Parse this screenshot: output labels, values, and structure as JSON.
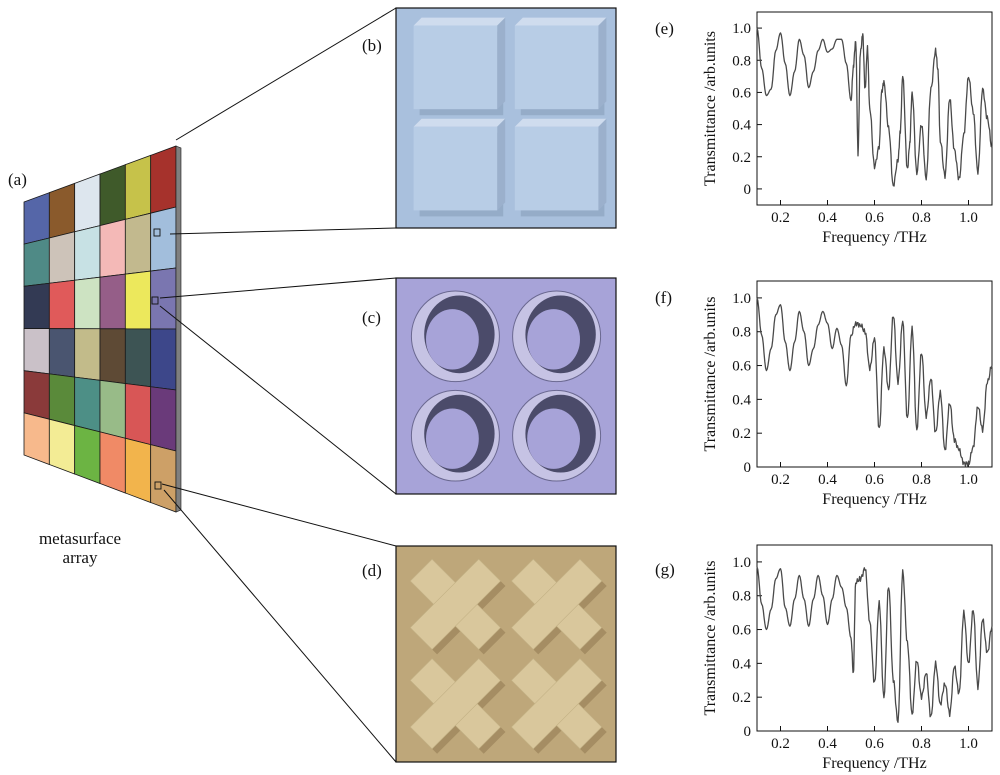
{
  "panel_labels": [
    "(a)",
    "(b)",
    "(c)",
    "(d)",
    "(e)",
    "(f)",
    "(g)"
  ],
  "array_caption": [
    "metasurface",
    "array"
  ],
  "array_colors": [
    [
      "#5566a8",
      "#8a5a2c",
      "#dde6ee",
      "#3f5a2a",
      "#c6c24a",
      "#a6322c"
    ],
    [
      "#4f8a86",
      "#cdc3b9",
      "#c7e1e4",
      "#f4b9b7",
      "#c2b98e",
      "#a2bedc"
    ],
    [
      "#333a54",
      "#e05a5a",
      "#cde3c2",
      "#955e88",
      "#ece85c",
      "#7a76b0"
    ],
    [
      "#cac1c8",
      "#4a5570",
      "#c2bb8a",
      "#5e4a35",
      "#3d5454",
      "#3d478a"
    ],
    [
      "#8a3a3a",
      "#5a8a3a",
      "#4d8f86",
      "#98bb88",
      "#d85656",
      "#6a3a7a"
    ],
    [
      "#f7b98c",
      "#f3ec95",
      "#6cb443",
      "#f08a66",
      "#f2b44c",
      "#cda067"
    ]
  ],
  "unit_cells": {
    "b": {
      "shape": "cube",
      "bg": "#a9c0dd",
      "fill": "#b8cde6",
      "shade": "#7d94b0"
    },
    "c": {
      "shape": "ring",
      "bg": "#a7a3d8",
      "fill": "#c6c3e4",
      "shade": "#4b4b6a"
    },
    "d": {
      "shape": "cross",
      "bg": "#bea77a",
      "fill": "#d9c79c",
      "shade": "#8f7850"
    }
  },
  "chart_data": [
    {
      "panel": "(e)",
      "type": "line",
      "xlabel": "Frequency /THz",
      "ylabel": "Transmittance /arb.units",
      "xlim": [
        0.1,
        1.1
      ],
      "ylim": [
        -0.1,
        1.1
      ],
      "xticks": [
        "0.2",
        "0.4",
        "0.6",
        "0.8",
        "1.0"
      ],
      "xtick_values": [
        0.2,
        0.4,
        0.6,
        0.8,
        1.0
      ],
      "yticks": [
        "0",
        "0.2",
        "0.4",
        "0.6",
        "0.8",
        "1.0"
      ],
      "ytick_values": [
        0,
        0.2,
        0.4,
        0.6,
        0.8,
        1.0
      ],
      "x": [
        0.1,
        0.12,
        0.14,
        0.16,
        0.18,
        0.2,
        0.22,
        0.24,
        0.26,
        0.28,
        0.3,
        0.32,
        0.34,
        0.36,
        0.38,
        0.4,
        0.42,
        0.44,
        0.46,
        0.48,
        0.5,
        0.51,
        0.52,
        0.53,
        0.54,
        0.55,
        0.56,
        0.57,
        0.58,
        0.6,
        0.62,
        0.63,
        0.64,
        0.66,
        0.68,
        0.7,
        0.71,
        0.72,
        0.74,
        0.75,
        0.76,
        0.78,
        0.8,
        0.82,
        0.84,
        0.86,
        0.87,
        0.88,
        0.9,
        0.92,
        0.94,
        0.96,
        0.98,
        1.0,
        1.02,
        1.04,
        1.06,
        1.08,
        1.1
      ],
      "y": [
        1.0,
        0.75,
        0.58,
        0.62,
        0.86,
        0.97,
        0.78,
        0.58,
        0.73,
        0.93,
        0.83,
        0.63,
        0.73,
        0.86,
        0.93,
        0.85,
        0.87,
        0.93,
        0.93,
        0.78,
        0.55,
        0.76,
        0.92,
        0.22,
        0.85,
        0.96,
        0.62,
        0.88,
        0.5,
        0.14,
        0.26,
        0.6,
        0.66,
        0.38,
        0.02,
        0.18,
        0.36,
        0.7,
        0.12,
        0.28,
        0.6,
        0.1,
        0.4,
        0.06,
        0.62,
        0.86,
        0.74,
        0.3,
        0.08,
        0.56,
        0.24,
        0.06,
        0.34,
        0.7,
        0.48,
        0.1,
        0.62,
        0.44,
        0.26
      ]
    },
    {
      "panel": "(f)",
      "type": "line",
      "xlabel": "Frequency /THz",
      "ylabel": "Transmittance /arb.units",
      "xlim": [
        0.1,
        1.1
      ],
      "ylim": [
        0,
        1.1
      ],
      "xticks": [
        "0.2",
        "0.4",
        "0.6",
        "0.8",
        "1.0"
      ],
      "xtick_values": [
        0.2,
        0.4,
        0.6,
        0.8,
        1.0
      ],
      "yticks": [
        "0",
        "0.2",
        "0.4",
        "0.6",
        "0.8",
        "1.0"
      ],
      "ytick_values": [
        0,
        0.2,
        0.4,
        0.6,
        0.8,
        1.0
      ],
      "x": [
        0.1,
        0.12,
        0.14,
        0.16,
        0.18,
        0.2,
        0.22,
        0.24,
        0.26,
        0.28,
        0.3,
        0.32,
        0.34,
        0.36,
        0.38,
        0.4,
        0.42,
        0.44,
        0.46,
        0.48,
        0.5,
        0.52,
        0.54,
        0.56,
        0.58,
        0.6,
        0.62,
        0.64,
        0.66,
        0.68,
        0.7,
        0.72,
        0.74,
        0.76,
        0.78,
        0.8,
        0.82,
        0.84,
        0.86,
        0.88,
        0.9,
        0.92,
        0.94,
        0.96,
        0.98,
        1.0,
        1.02,
        1.04,
        1.06,
        1.08,
        1.1
      ],
      "y": [
        1.0,
        0.78,
        0.57,
        0.7,
        0.9,
        0.96,
        0.74,
        0.57,
        0.74,
        0.92,
        0.8,
        0.6,
        0.7,
        0.84,
        0.92,
        0.85,
        0.7,
        0.82,
        0.72,
        0.48,
        0.78,
        0.85,
        0.84,
        0.8,
        0.58,
        0.76,
        0.22,
        0.7,
        0.46,
        0.9,
        0.5,
        0.86,
        0.28,
        0.82,
        0.22,
        0.68,
        0.3,
        0.52,
        0.2,
        0.44,
        0.1,
        0.38,
        0.16,
        0.1,
        0.02,
        0.02,
        0.12,
        0.36,
        0.22,
        0.5,
        0.6
      ]
    },
    {
      "panel": "(g)",
      "type": "line",
      "xlabel": "Frequency /THz",
      "ylabel": "Transmittance /arb.units",
      "xlim": [
        0.1,
        1.1
      ],
      "ylim": [
        0,
        1.1
      ],
      "xticks": [
        "0.2",
        "0.4",
        "0.6",
        "0.8",
        "1.0"
      ],
      "xtick_values": [
        0.2,
        0.4,
        0.6,
        0.8,
        1.0
      ],
      "yticks": [
        "0",
        "0.2",
        "0.4",
        "0.6",
        "0.8",
        "1.0"
      ],
      "ytick_values": [
        0,
        0.2,
        0.4,
        0.6,
        0.8,
        1.0
      ],
      "x": [
        0.1,
        0.12,
        0.14,
        0.16,
        0.18,
        0.2,
        0.22,
        0.24,
        0.26,
        0.28,
        0.3,
        0.32,
        0.34,
        0.36,
        0.38,
        0.4,
        0.42,
        0.44,
        0.46,
        0.48,
        0.5,
        0.51,
        0.52,
        0.54,
        0.56,
        0.58,
        0.6,
        0.62,
        0.64,
        0.66,
        0.68,
        0.7,
        0.72,
        0.74,
        0.76,
        0.78,
        0.8,
        0.82,
        0.84,
        0.86,
        0.88,
        0.9,
        0.92,
        0.94,
        0.96,
        0.98,
        1.0,
        1.02,
        1.04,
        1.06,
        1.08,
        1.1
      ],
      "y": [
        0.97,
        0.75,
        0.6,
        0.72,
        0.9,
        0.96,
        0.73,
        0.62,
        0.78,
        0.92,
        0.78,
        0.62,
        0.78,
        0.92,
        0.8,
        0.63,
        0.78,
        0.92,
        0.85,
        0.73,
        0.55,
        0.34,
        0.88,
        0.9,
        0.96,
        0.64,
        0.28,
        0.76,
        0.2,
        0.86,
        0.3,
        0.05,
        0.94,
        0.52,
        0.1,
        0.42,
        0.2,
        0.34,
        0.08,
        0.4,
        0.16,
        0.28,
        0.1,
        0.38,
        0.22,
        0.7,
        0.4,
        0.72,
        0.26,
        0.66,
        0.46,
        0.62
      ]
    }
  ]
}
